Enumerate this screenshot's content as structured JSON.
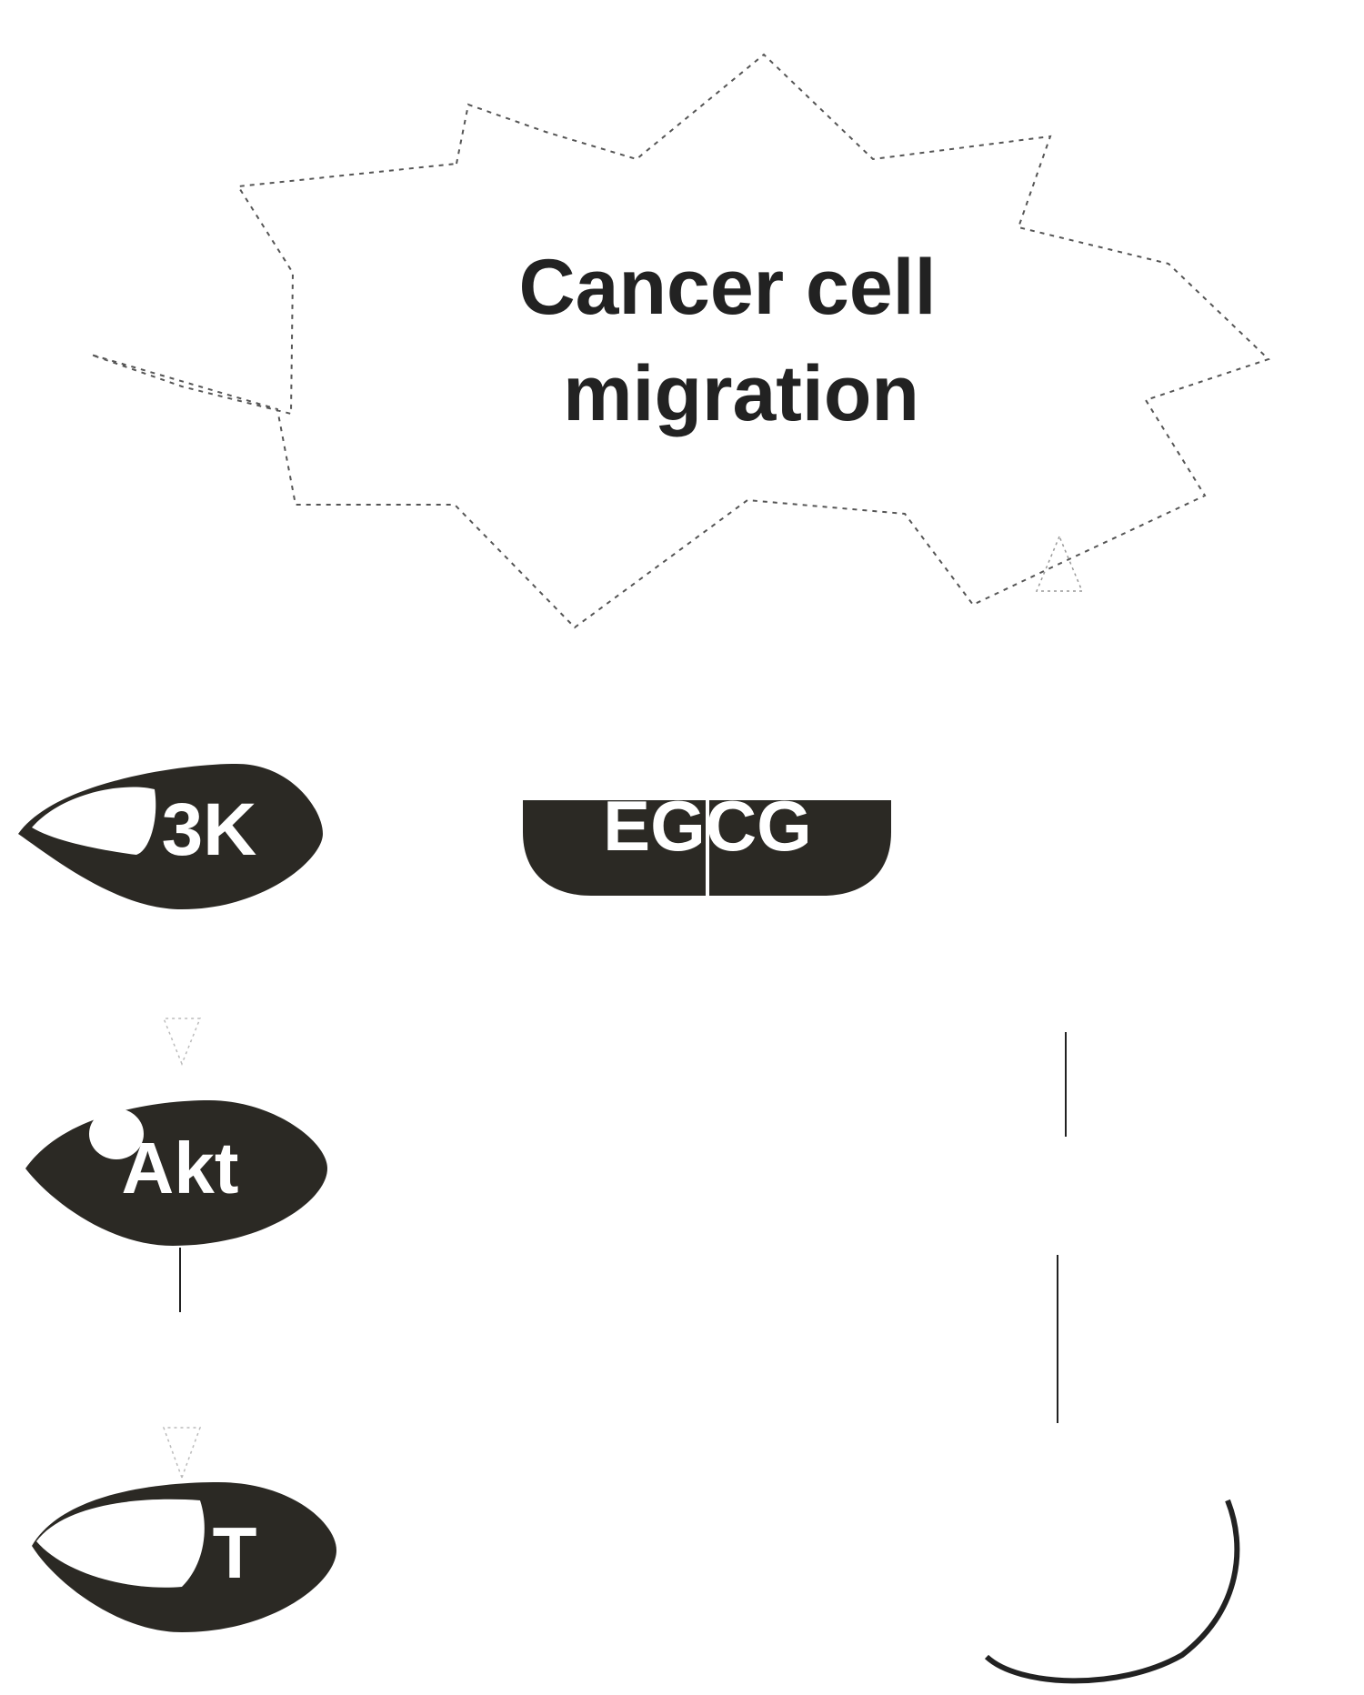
{
  "title": {
    "line1": "Cancer cell",
    "line2": "migration"
  },
  "nodes": {
    "pi3k": "3K",
    "egcg": "EGCG",
    "akt": "Akt",
    "bottom_left": "T"
  },
  "colors": {
    "node_fill": "#2b2924",
    "text_dark": "#222222",
    "text_light": "#ffffff",
    "dashed_outline": "#555555",
    "background": "#ffffff"
  }
}
